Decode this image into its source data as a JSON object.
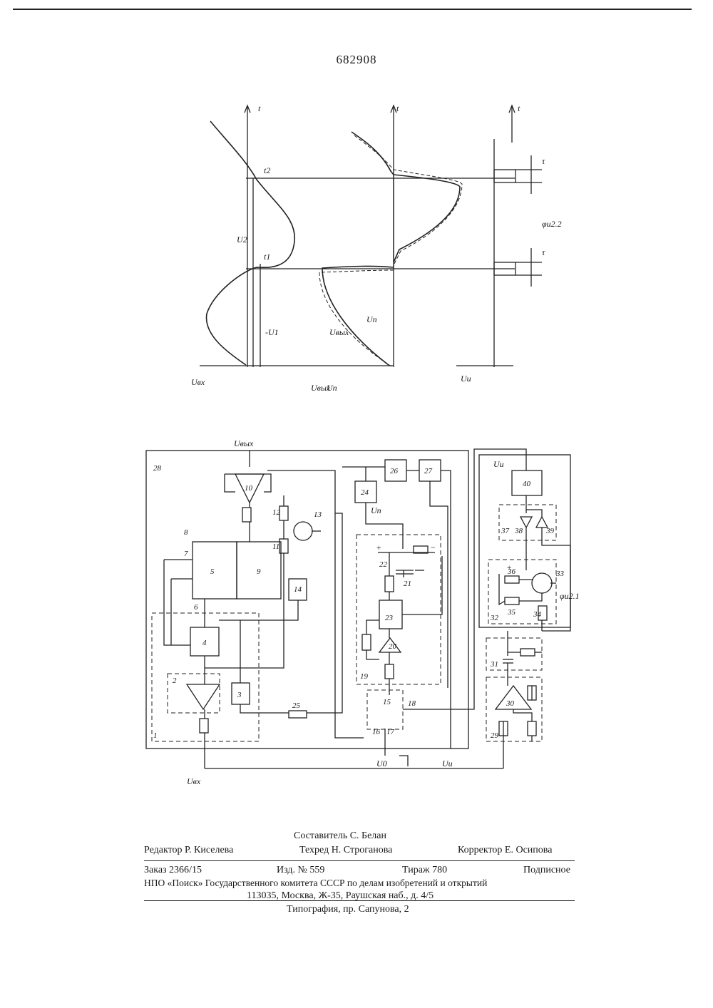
{
  "patent_number": "682908",
  "graph": {
    "axis_t": "t",
    "t2": "t2",
    "t1": "t1",
    "u2": "U2",
    "neg_u1": "-U1",
    "u_vh": "Uвх",
    "u_vyh": "Uвых",
    "u_p": "Uп",
    "u_vyh_axis": "Uвых",
    "u_p_axis": "Uп",
    "u_i_axis": "Uи",
    "tau": "τ",
    "phi2": "φи2.2"
  },
  "schematic": {
    "block_labels": [
      "1",
      "2",
      "3",
      "4",
      "5",
      "6",
      "7",
      "8",
      "9",
      "10",
      "11",
      "12",
      "13",
      "14",
      "15",
      "16",
      "17",
      "18",
      "19",
      "20",
      "21",
      "22",
      "23",
      "24",
      "25",
      "26",
      "27",
      "28",
      "29",
      "30",
      "31",
      "32",
      "33",
      "34",
      "35",
      "36",
      "37",
      "38",
      "39",
      "40"
    ],
    "terminal_uvh": "Uвх",
    "terminal_uvyh": "Uвых",
    "terminal_u0": "U0",
    "terminal_uu": "Uu",
    "terminal_ui": "Uи",
    "terminal_up": "Uп",
    "phi1": "φи2.1",
    "plus": "+",
    "minus": "−"
  },
  "footer": {
    "compiler": "Составитель С. Белан",
    "editor": "Редактор Р. Киселева",
    "tech_editor": "Техред Н. Строганова",
    "corrector": "Корректор Е. Осипова",
    "order": "Заказ 2366/15",
    "edition": "Изд. № 559",
    "print_run": "Тираж 780",
    "subscription": "Подписное",
    "org": "НПО «Поиск» Государственного комитета СССР по делам изобретений и открытий",
    "address": "113035, Москва, Ж-35, Раушская наб., д. 4/5",
    "typography": "Типография, пр. Сапунова, 2"
  }
}
